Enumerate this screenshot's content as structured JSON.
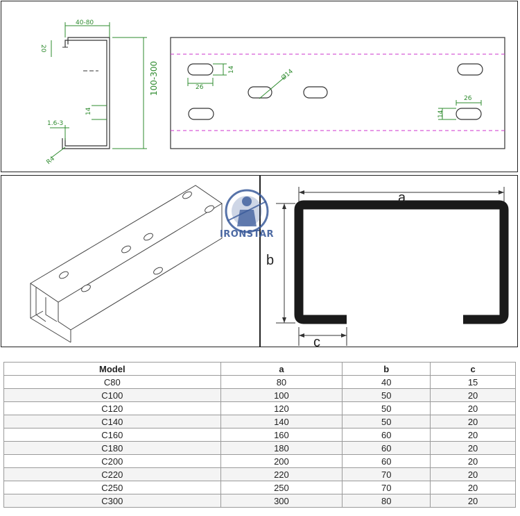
{
  "top_drawing": {
    "section_labels": {
      "flange_width": "40-80",
      "lip": "20",
      "height": "100-300",
      "slot_section": "14",
      "thickness": "1.6-3",
      "radius": "R4"
    },
    "face_labels": {
      "slot_height_left": "14",
      "slot_length_left": "26",
      "hole_dia": "Ø14",
      "slot_length_right": "26",
      "slot_height_right": "14"
    }
  },
  "logo": {
    "text": "IRONSTAR"
  },
  "profile_labels": {
    "a": "a",
    "b": "b",
    "c": "c"
  },
  "table": {
    "headers": [
      "Model",
      "a",
      "b",
      "c"
    ],
    "rows": [
      [
        "C80",
        "80",
        "40",
        "15"
      ],
      [
        "C100",
        "100",
        "50",
        "20"
      ],
      [
        "C120",
        "120",
        "50",
        "20"
      ],
      [
        "C140",
        "140",
        "50",
        "20"
      ],
      [
        "C160",
        "160",
        "60",
        "20"
      ],
      [
        "C180",
        "180",
        "60",
        "20"
      ],
      [
        "C200",
        "200",
        "60",
        "20"
      ],
      [
        "C220",
        "220",
        "70",
        "20"
      ],
      [
        "C250",
        "250",
        "70",
        "20"
      ],
      [
        "C300",
        "300",
        "80",
        "20"
      ]
    ]
  },
  "colors": {
    "dimension_green": "#2e8b2e",
    "center_magenta": "#cc33cc",
    "logo_blue": "#3a5a9a"
  }
}
